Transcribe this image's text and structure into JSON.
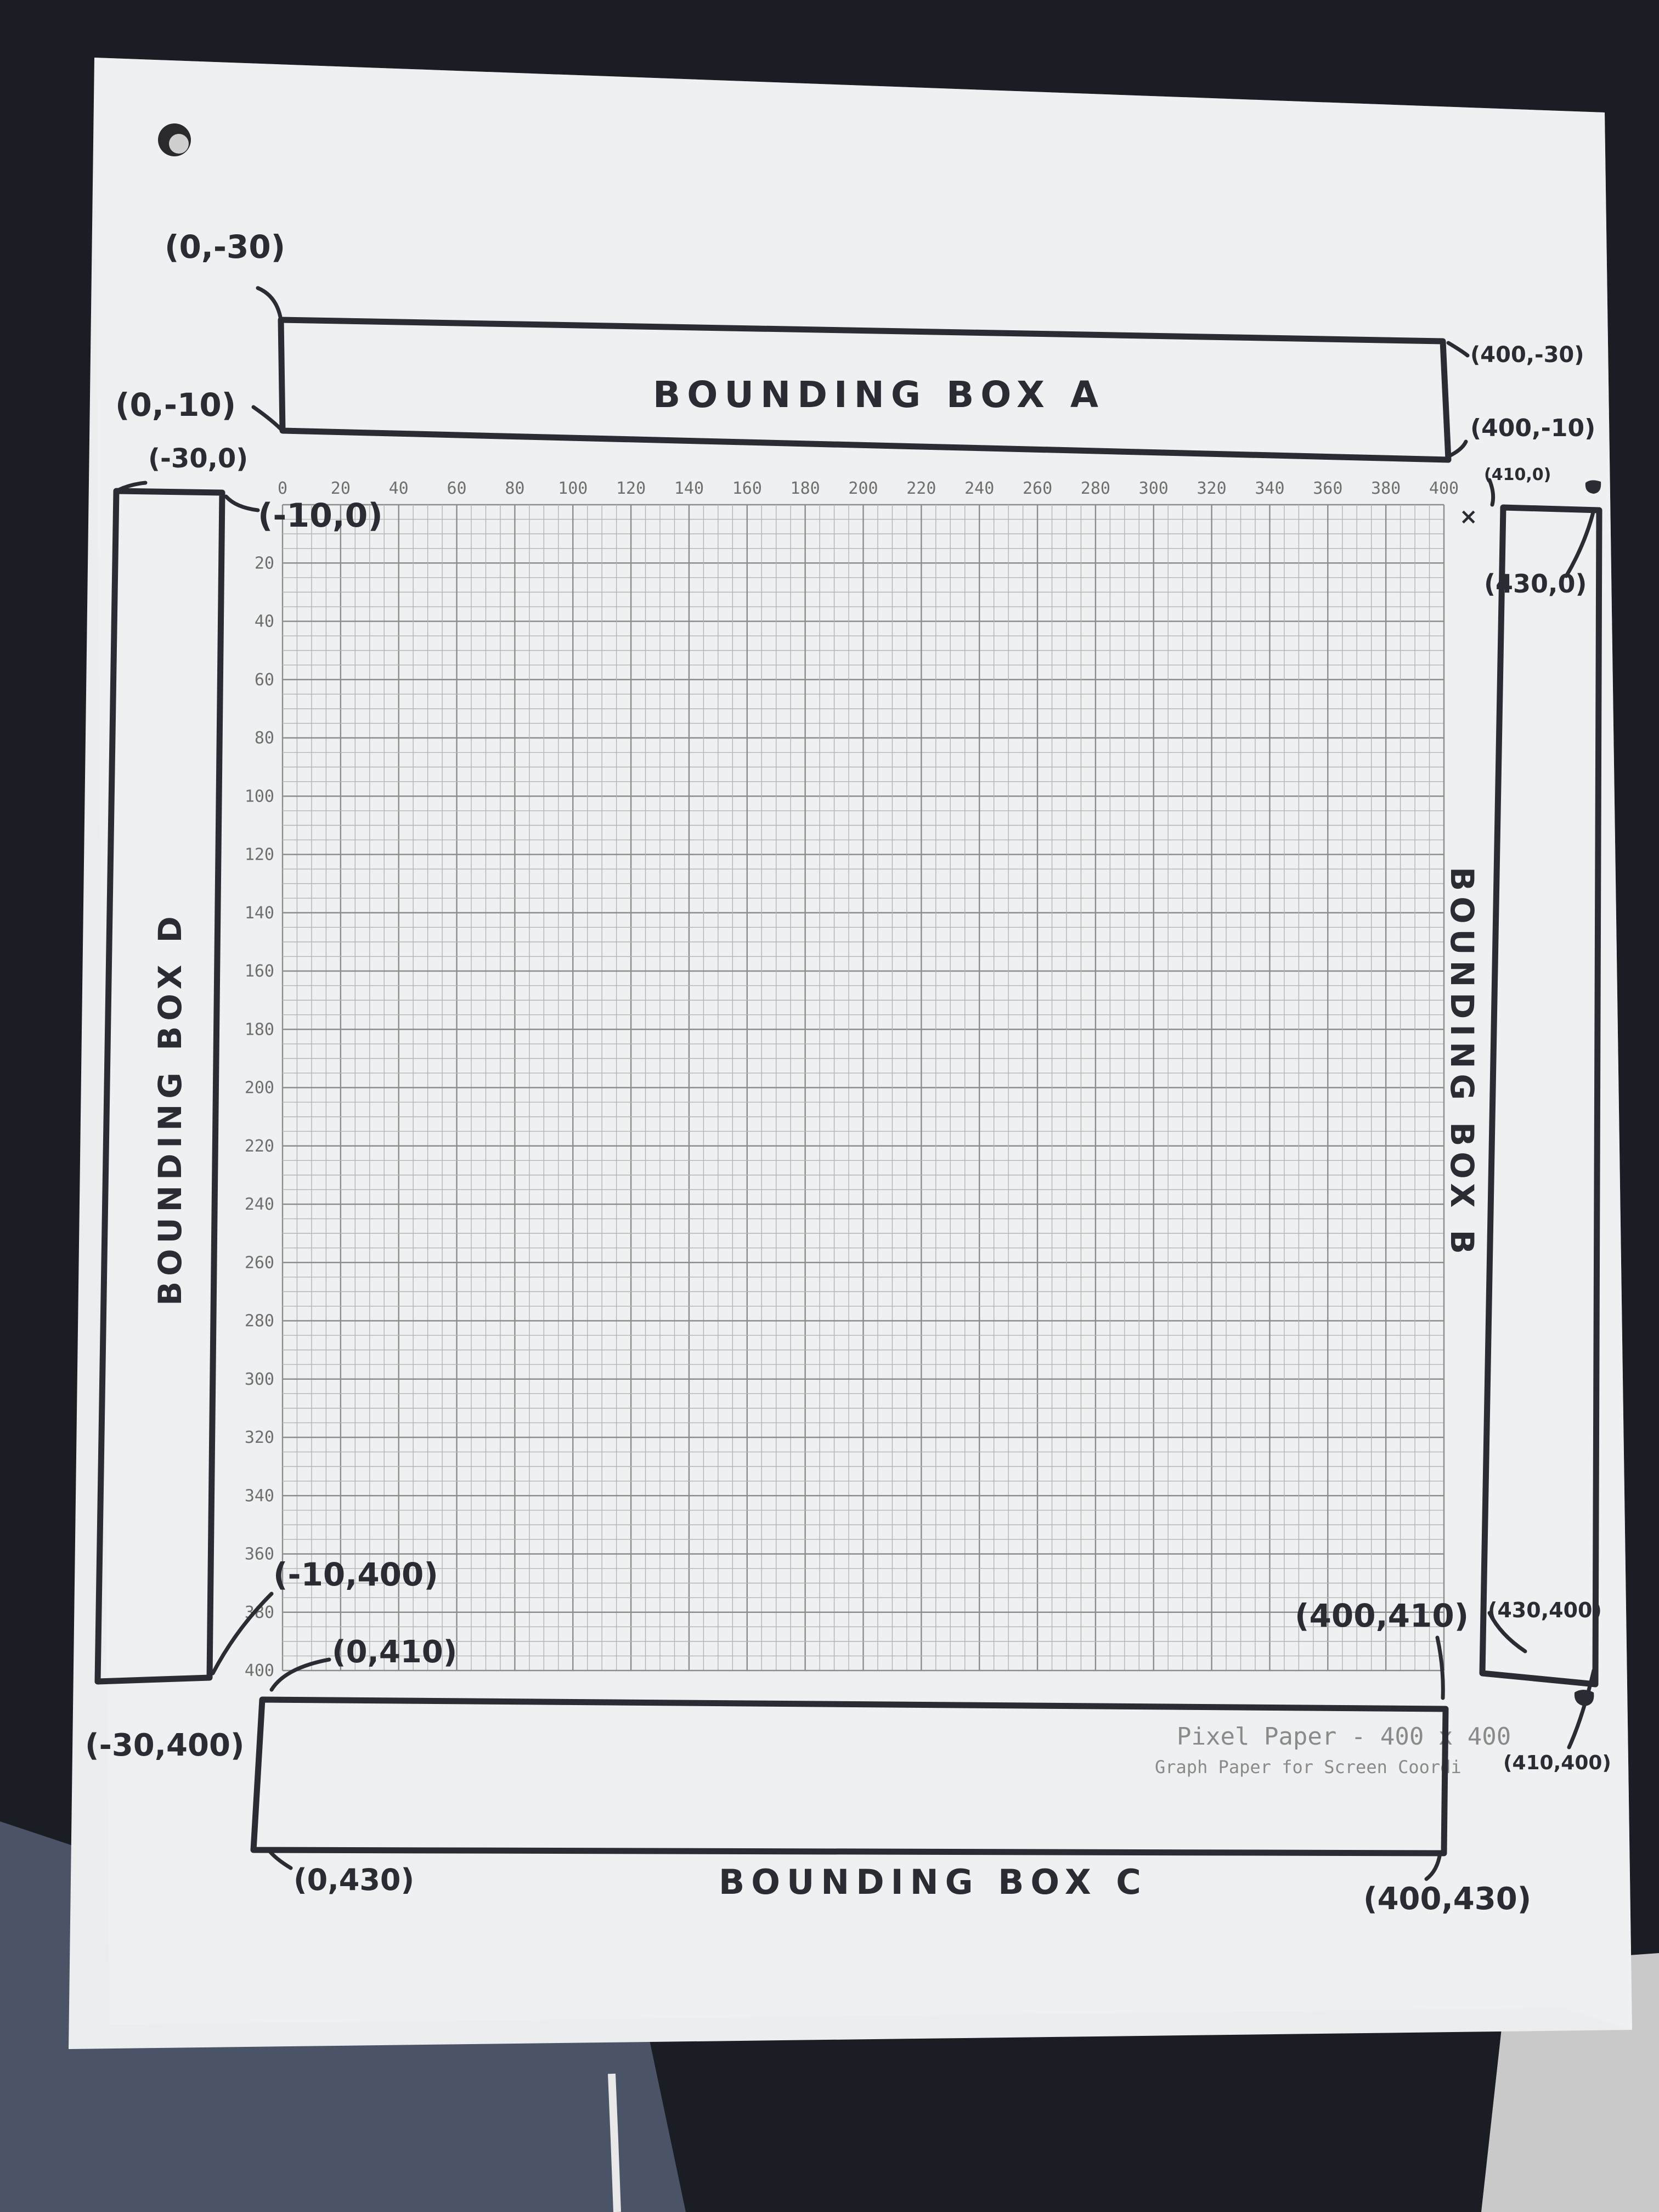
{
  "x_axis_ticks": [
    "0",
    "20",
    "40",
    "60",
    "80",
    "100",
    "120",
    "140",
    "160",
    "180",
    "200",
    "220",
    "240",
    "260",
    "280",
    "300",
    "320",
    "340",
    "360",
    "380",
    "400"
  ],
  "y_axis_ticks": [
    "20",
    "40",
    "60",
    "80",
    "100",
    "120",
    "140",
    "160",
    "180",
    "200",
    "220",
    "240",
    "260",
    "280",
    "300",
    "320",
    "340",
    "360",
    "380",
    "400"
  ],
  "footer": {
    "title": "Pixel Paper - 400 x 400",
    "subtitle": "Graph Paper for Screen Coordi"
  },
  "box_a": {
    "label": "BOUNDING BOX A",
    "corners": [
      "(0,-30)",
      "(0,-10)",
      "(400,-30)",
      "(400,-10)"
    ]
  },
  "box_b": {
    "label": "BOUNDING BOX B",
    "corners": [
      "(410,0)",
      "(430,0)",
      "(430,400)",
      "(410,400)"
    ]
  },
  "box_c": {
    "label": "BOUNDING BOX C",
    "corners": [
      "(0,410)",
      "(400,410)",
      "(0,430)",
      "(400,430)"
    ]
  },
  "box_d": {
    "label": "BOUNDING BOX D",
    "corners": [
      "(-30,0)",
      "(-10,0)",
      "(-10,400)",
      "(-30,400)"
    ]
  },
  "colors": {
    "background": "#1b1d24",
    "paper": "#ecedef",
    "ink": "#2b2b33",
    "grid": "#9a9a9a"
  }
}
